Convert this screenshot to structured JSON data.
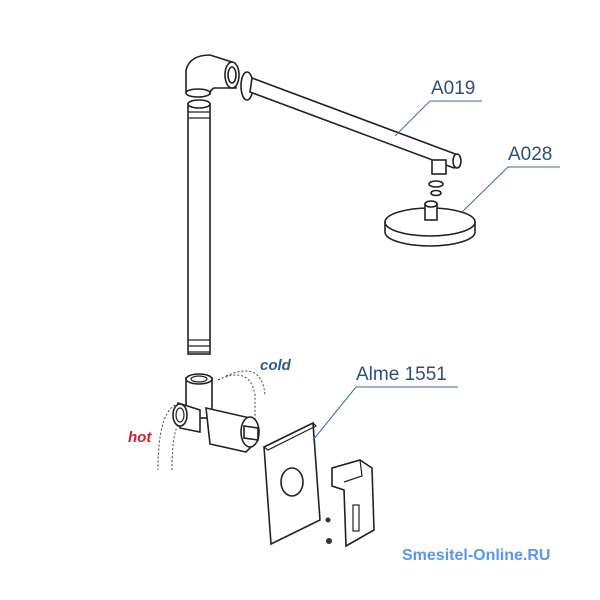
{
  "labels": {
    "arm": "A019",
    "head": "A028",
    "mixer": "Alme 1551",
    "cold": "cold",
    "hot": "hot"
  },
  "watermark": "Smesitel-Online.RU",
  "colors": {
    "label": "#2e4f7a",
    "cold": "#2e5a95",
    "hot": "#d1202b",
    "watermark": "#5a95f0"
  }
}
